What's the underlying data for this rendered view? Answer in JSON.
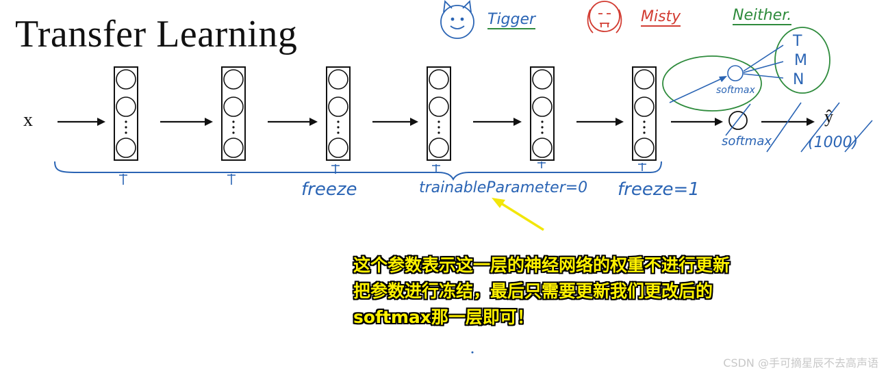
{
  "title": "Transfer Learning",
  "input_label": "x",
  "layers": [
    {
      "name": "layer-1"
    },
    {
      "name": "layer-2"
    },
    {
      "name": "layer-3"
    },
    {
      "name": "layer-4"
    },
    {
      "name": "layer-5"
    },
    {
      "name": "layer-6"
    }
  ],
  "annotations": {
    "freeze": "freeze",
    "trainable": "trainableParameter=0",
    "freeze_eq": "freeze=1",
    "softmax_top": "softmax",
    "softmax_bottom": "softmax",
    "output_label": "ŷ",
    "output_dims": "(1000)",
    "class_t": "T",
    "class_m": "M",
    "class_n": "N"
  },
  "classes": [
    {
      "name": "Tigger",
      "color": "#2a64b4"
    },
    {
      "name": "Misty",
      "color": "#d23c32"
    },
    {
      "name": "Neither.",
      "color": "#2e8b3c"
    }
  ],
  "caption": {
    "line1": "这个参数表示这一层的神经网络的权重不进行更新",
    "line2": "把参数进行冻结，最后只需要更新我们更改后的",
    "line3": "softmax那一层即可！"
  },
  "watermark": "CSDN @手可摘星辰不去高声语",
  "colors": {
    "ink": "#111111",
    "pen_blue": "#2a64b4",
    "pen_red": "#d23c32",
    "pen_green": "#2e8b3c",
    "highlight": "#fff200"
  }
}
